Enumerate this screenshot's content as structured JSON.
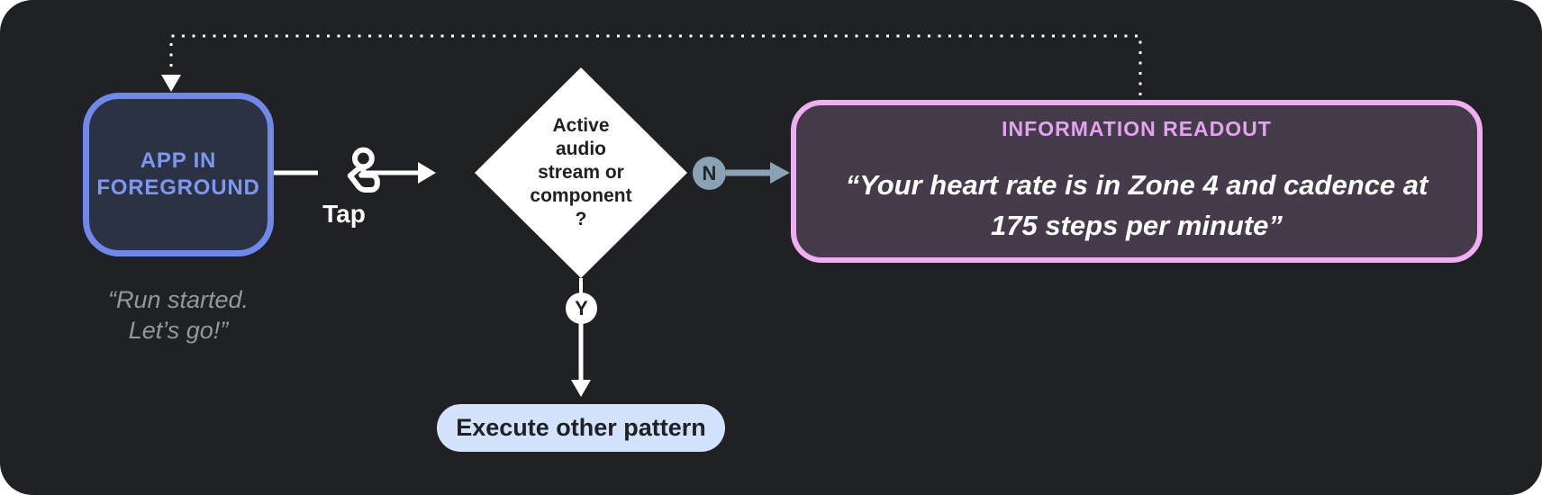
{
  "canvas": {
    "background": "#202124",
    "page_background": "#ffffff"
  },
  "nodes": {
    "app_in_foreground": {
      "label": "APP IN\nFOREGROUND",
      "quote": "“Run started.\nLet’s go!”",
      "border_color": "#6f88ea",
      "fill_color": "#2b3244",
      "text_color": "#7e97f3",
      "quote_color": "#94979b"
    },
    "decision": {
      "label": "Active\naudio\nstream or\ncomponent\n?",
      "fill_color": "#ffffff",
      "text_color": "#202124"
    },
    "information_readout": {
      "title": "INFORMATION READOUT",
      "quote": "“Your heart rate is in Zone 4 and cadence at\n175 steps per minute”",
      "border_color": "#f1aff3",
      "fill_color": "#463b4a",
      "title_color": "#e2a4ee",
      "text_color": "#ffffff"
    },
    "execute_other_pattern": {
      "label": "Execute other pattern",
      "fill_color": "#d4e3fd",
      "text_color": "#202124"
    }
  },
  "edges": {
    "tap": {
      "label": "Tap",
      "icon": "tap-gesture-icon",
      "color": "#ffffff"
    },
    "no": {
      "label": "N",
      "badge_color": "#8ba2b5",
      "arrow_color": "#8ba2b5"
    },
    "yes": {
      "label": "Y",
      "badge_color": "#ffffff",
      "arrow_color": "#ffffff"
    },
    "feedback": {
      "style": "dotted",
      "color": "#ffffff"
    }
  }
}
